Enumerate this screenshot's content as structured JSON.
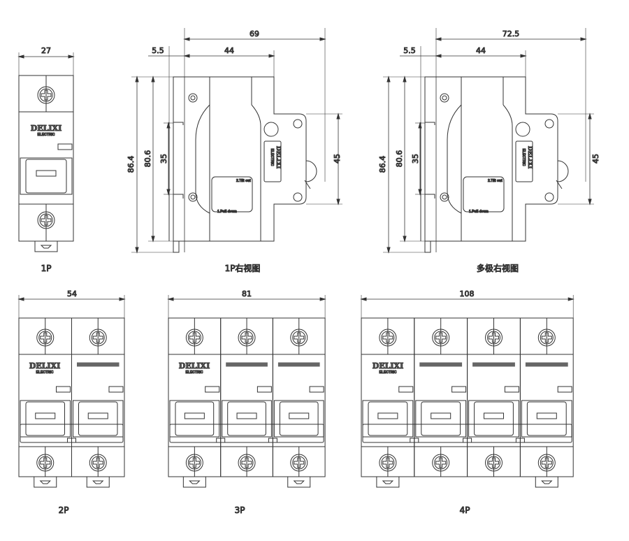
{
  "views": {
    "p1_front": {
      "label": "1P",
      "width_dim": "27"
    },
    "p1_side": {
      "label": "1P右视图",
      "dim_total": "69",
      "dim_offset": "5.5",
      "dim_body": "44",
      "dim_h1": "86.4",
      "dim_h2": "80.6",
      "dim_rail": "35",
      "dim_flange": "45"
    },
    "multi_side": {
      "label": "多极右视图",
      "dim_total": "72.5",
      "dim_offset": "5.5",
      "dim_body": "44",
      "dim_h1": "86.4",
      "dim_h2": "80.6",
      "dim_rail": "35",
      "dim_flange": "45"
    },
    "p2_front": {
      "label": "2P",
      "width_dim": "54"
    },
    "p3_front": {
      "label": "3P",
      "width_dim": "81"
    },
    "p4_front": {
      "label": "4P",
      "width_dim": "108"
    }
  },
  "brand": {
    "name": "DELIXI",
    "sub": "ELECTRIC"
  },
  "instructions": {
    "step2": "2.Tilt out",
    "step1": "1.Pull down"
  },
  "colors": {
    "line": "#333333",
    "dim": "#555555",
    "bar": "#666666"
  }
}
